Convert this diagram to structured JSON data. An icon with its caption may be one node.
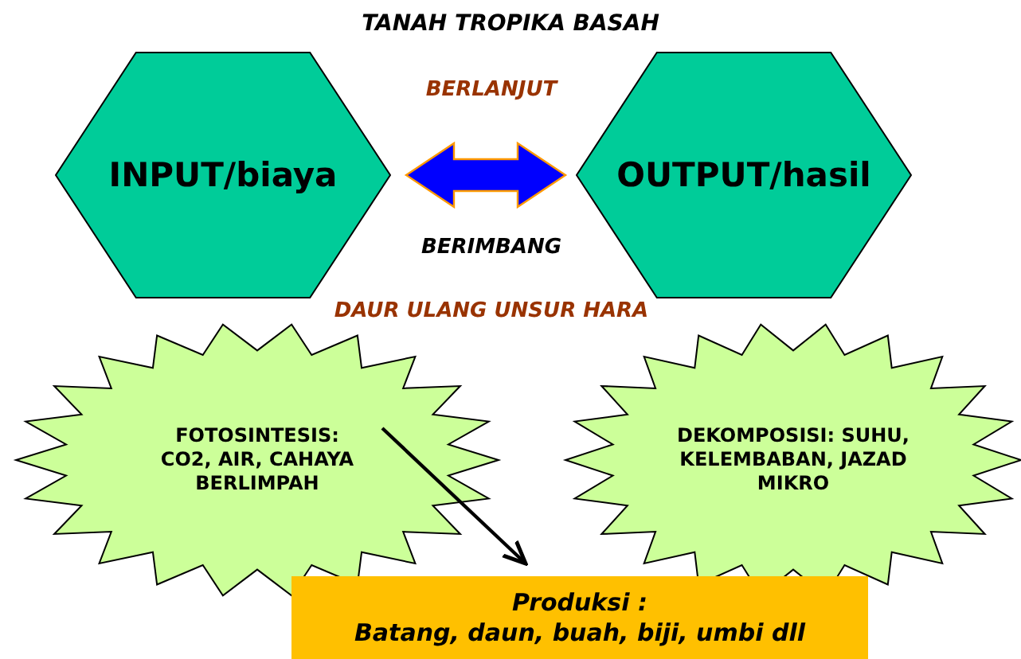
{
  "diagram": {
    "title": "TANAH TROPIKA BASAH",
    "nodes": [
      {
        "text": [
          "INPUT/biaya"
        ]
      },
      {
        "text": [
          "OUTPUT/hasil"
        ]
      },
      {
        "text": [
          "FOTOSINTESIS: CO2, AIR, CAHAYA BERLIMPAH"
        ]
      },
      {
        "text": [
          "DEKOMPOSISI: SUHU, KELEMBABAN, JAZAD MIKRO"
        ]
      },
      {
        "text": [
          "Produksi :",
          "Batang, daun, buah, biji, umbi dll"
        ]
      }
    ],
    "edges": [
      {
        "from": 0,
        "to": 1,
        "arrow": "both",
        "style": "thick",
        "color": "#0000ff"
      },
      {
        "from": 2,
        "to": 4,
        "arrow": "to"
      }
    ],
    "labels": [
      "BERLANJUT",
      "BERIMBANG",
      "DAUR ULANG UNSUR HARA"
    ]
  }
}
